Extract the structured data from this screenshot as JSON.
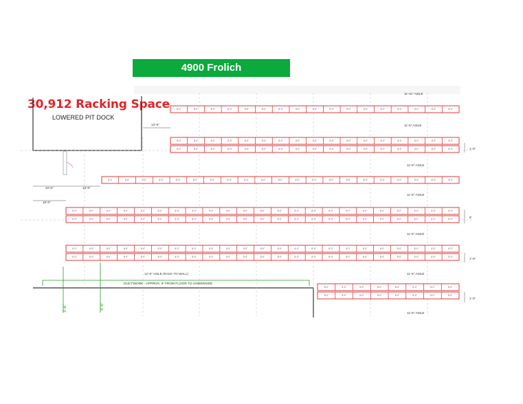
{
  "header": {
    "banner_title": "4900 Frolich",
    "headline": "30,912 Racking Space",
    "subhead": "LOWERED PIT DOCK"
  },
  "colors": {
    "banner_bg": "#0aaa3c",
    "headline": "#e0262c",
    "rack_outline": "#d9262b",
    "ductwork": "#2a9a2a"
  },
  "plan": {
    "aisle_labels": [
      "11'-11\" AISLE",
      "11'-6\" AISLE",
      "11'-6\" AISLE",
      "11'-6\" AISLE",
      "11'-6\" AISLE",
      "11'-6\" AISLE",
      "11'-6\" AISLE"
    ],
    "dims": {
      "d1": "13'-6\"",
      "d2": "22'-6\"",
      "d3": "13'-6\"",
      "d4": "18'-0\"",
      "right_1": "1'-0\"",
      "right_2": "8'",
      "right_3": "1'-0\"",
      "right_4": "1'-0\""
    },
    "rack_aisle_to_wall": "12'-6\" AISLE (RACK TO WALL)",
    "ductwork_note": "DUCTWORK - APPROX. 8' FROM FLOOR TO UNDERSIDE",
    "vertical_dims": [
      "3'-6\"",
      "9'-6\""
    ],
    "cell_label": "8'-0\""
  }
}
